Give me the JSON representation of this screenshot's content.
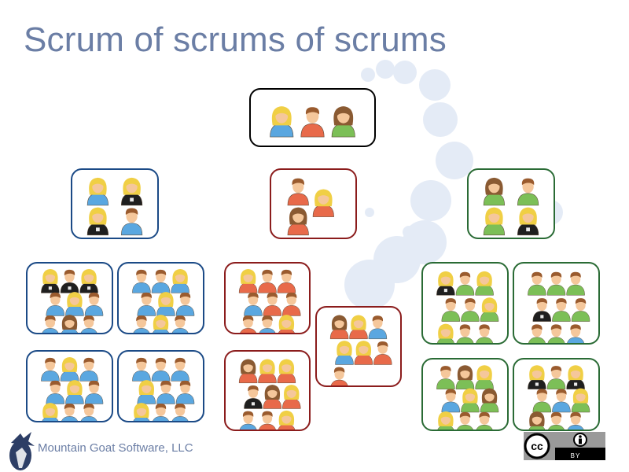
{
  "title": "Scrum of scrums of scrums",
  "footer": {
    "company": "Mountain Goat Software, LLC"
  },
  "license": {
    "cc_label": "cc",
    "by_label": "BY"
  },
  "colors": {
    "title": "#6b7ea5",
    "level1_border": "#000000",
    "blue_border": "#1b4a86",
    "red_border": "#8b1c1c",
    "green_border": "#2a6b35",
    "decor_bubbles": "#e4ebf6",
    "shirt_blue": "#5aa7e0",
    "shirt_red": "#e86a4a",
    "shirt_green": "#7cbf57",
    "shirt_black": "#1f1f1f"
  },
  "levels": {
    "top": {
      "team": "top",
      "people": [
        "f-blue",
        "m-red",
        "b-green"
      ]
    },
    "middle": [
      {
        "team": "blue",
        "people": [
          "f-blue",
          "f-black",
          "f-black",
          "m-blue"
        ]
      },
      {
        "team": "red",
        "people": [
          "m-red",
          "f-red",
          "b-red"
        ]
      },
      {
        "team": "green",
        "people": [
          "b-green",
          "m-green",
          "f-green",
          "f-black"
        ]
      }
    ],
    "bottom": [
      {
        "team": "blue",
        "people": [
          "f-black",
          "m-black",
          "f-black",
          "m-blue",
          "f-blue",
          "m-blue",
          "m-blue",
          "b-blue",
          "m-blue"
        ]
      },
      {
        "team": "blue",
        "people": [
          "m-blue",
          "m-blue",
          "f-blue",
          "m-blue",
          "f-blue",
          "m-blue",
          "m-blue",
          "f-blue",
          "m-blue"
        ]
      },
      {
        "team": "blue",
        "people": [
          "m-blue",
          "f-blue",
          "m-blue",
          "m-blue",
          "f-blue",
          "m-blue",
          "f-blue",
          "m-blue",
          "m-blue"
        ]
      },
      {
        "team": "blue",
        "people": [
          "m-blue",
          "m-blue",
          "m-blue",
          "f-blue",
          "m-blue",
          "m-blue",
          "f-blue",
          "m-blue",
          "m-blue"
        ]
      },
      {
        "team": "red",
        "people": [
          "f-red",
          "m-red",
          "m-red",
          "m-blue",
          "m-red",
          "m-red",
          "m-red",
          "m-blue",
          "f-red"
        ]
      },
      {
        "team": "red",
        "people": [
          "b-red",
          "f-red",
          "f-red",
          "m-black",
          "b-red",
          "f-red",
          "m-blue",
          "m-red",
          "f-red"
        ]
      },
      {
        "team": "red",
        "people": [
          "b-red",
          "f-red",
          "m-blue",
          "f-blue",
          "f-red",
          "m-red",
          "m-red"
        ]
      },
      {
        "team": "green",
        "people": [
          "f-black",
          "m-green",
          "f-green",
          "m-green",
          "m-green",
          "f-green",
          "f-green",
          "m-green",
          "m-green"
        ]
      },
      {
        "team": "green",
        "people": [
          "m-green",
          "m-green",
          "m-green",
          "m-black",
          "m-green",
          "m-green",
          "m-green",
          "m-green",
          "m-blue"
        ]
      },
      {
        "team": "green",
        "people": [
          "m-green",
          "b-green",
          "f-green",
          "m-blue",
          "f-green",
          "b-green",
          "f-green",
          "m-green",
          "m-green"
        ]
      },
      {
        "team": "green",
        "people": [
          "f-black",
          "m-green",
          "f-black",
          "m-green",
          "m-blue",
          "f-green",
          "b-green",
          "m-green",
          "m-blue"
        ]
      }
    ]
  }
}
